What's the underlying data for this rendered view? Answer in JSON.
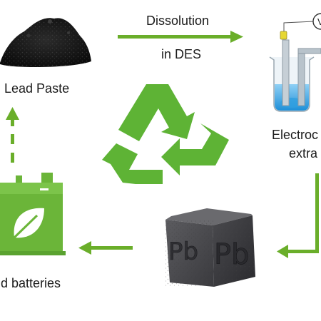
{
  "labels": {
    "lead_paste": "d Lead Paste",
    "dissolution": "Dissolution",
    "in_des": "in DES",
    "electro_line1": "Electroc",
    "electro_line2": "extra",
    "batteries": "cid batteries"
  },
  "cube": {
    "face_left": "Pb",
    "face_right": "Pb"
  },
  "voltmeter": {
    "symbol": "V"
  },
  "colors": {
    "arrow_green": "#6aae2a",
    "recycle_green": "#5eb335",
    "battery_green": "#6bb539",
    "electrolyte_blue": "#2f9fe0"
  },
  "icons": [
    "recycle-icon",
    "leaf-icon",
    "battery-icon",
    "voltmeter-icon",
    "beaker-icon"
  ]
}
